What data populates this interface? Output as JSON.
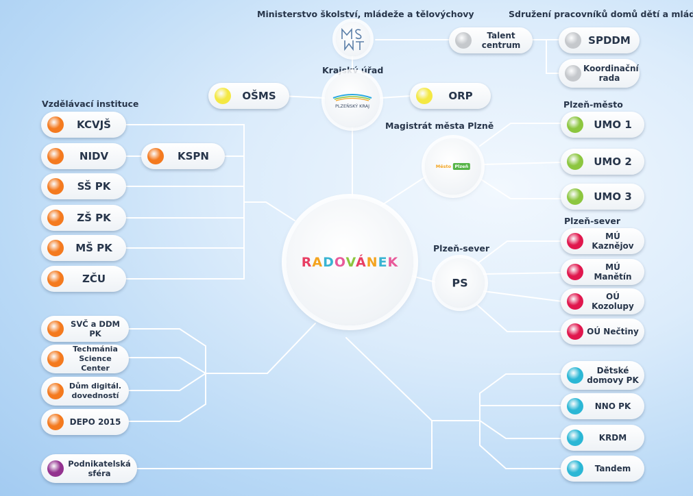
{
  "colors": {
    "orange": "#f47a1f",
    "yellow": "#f4e843",
    "grey": "#c5c8cc",
    "green": "#8cc63f",
    "red": "#e0174d",
    "cyan": "#2bb7d5",
    "purple": "#93328f",
    "line": "#ffffff"
  },
  "headers": {
    "msmt": "Ministerstvo školství, mládeže a tělovýchovy",
    "spddm": "Sdružení pracovníků domů dětí a mládeže",
    "kraj": "Krajský úřad",
    "vzdelavaci": "Vzdělávací instituce",
    "plzen_mesto": "Plzeň-město",
    "magistrat": "Magistrát města Plzně",
    "plzen_sever_right": "Plzeň-sever",
    "plzen_sever_left": "Plzeň-sever"
  },
  "logos": {
    "msmt_icon": "msmt-logo",
    "kraj_text": "PLZEŇSKÝ KRAJ",
    "mesto_word": "Město",
    "plzen_word": "Plzeň",
    "radovanek": "RADOVÁNEK",
    "ps_label": "PS"
  },
  "nodes": {
    "talent": {
      "label": "Talent\ncentrum",
      "color": "grey"
    },
    "spddm": {
      "label": "SPDDM",
      "color": "grey"
    },
    "koordinacni": {
      "label": "Koordinační\nrada",
      "color": "grey"
    },
    "osms": {
      "label": "OŠMS",
      "color": "yellow"
    },
    "orp": {
      "label": "ORP",
      "color": "yellow"
    },
    "kcvjs": {
      "label": "KCVJŠ",
      "color": "orange"
    },
    "nidv": {
      "label": "NIDV",
      "color": "orange"
    },
    "kspn": {
      "label": "KSPN",
      "color": "orange"
    },
    "ss_pk": {
      "label": "SŠ PK",
      "color": "orange"
    },
    "zs_pk": {
      "label": "ZŠ PK",
      "color": "orange"
    },
    "ms_pk": {
      "label": "MŠ PK",
      "color": "orange"
    },
    "zcu": {
      "label": "ZČU",
      "color": "orange"
    },
    "umo1": {
      "label": "UMO 1",
      "color": "green"
    },
    "umo2": {
      "label": "UMO 2",
      "color": "green"
    },
    "umo3": {
      "label": "UMO 3",
      "color": "green"
    },
    "mu_kaznejov": {
      "label": "MÚ Kaznějov",
      "color": "red"
    },
    "mu_manetin": {
      "label": "MÚ Manětín",
      "color": "red"
    },
    "ou_kozolupy": {
      "label": "OÚ Kozolupy",
      "color": "red"
    },
    "ou_nectiny": {
      "label": "OÚ Nečtiny",
      "color": "red"
    },
    "svc": {
      "label": "SVČ a DDM PK",
      "color": "orange"
    },
    "techmania": {
      "label": "Techmánia\nScience Center",
      "color": "orange"
    },
    "dum": {
      "label": "Dům digitál.\ndovedností",
      "color": "orange"
    },
    "depo": {
      "label": "DEPO 2015",
      "color": "orange"
    },
    "podnik": {
      "label": "Podnikatelská\nsféra",
      "color": "purple"
    },
    "detske": {
      "label": "Dětské\ndomovy PK",
      "color": "cyan"
    },
    "nno": {
      "label": "NNO PK",
      "color": "cyan"
    },
    "krdm": {
      "label": "KRDM",
      "color": "cyan"
    },
    "tandem": {
      "label": "Tandem",
      "color": "cyan"
    }
  }
}
